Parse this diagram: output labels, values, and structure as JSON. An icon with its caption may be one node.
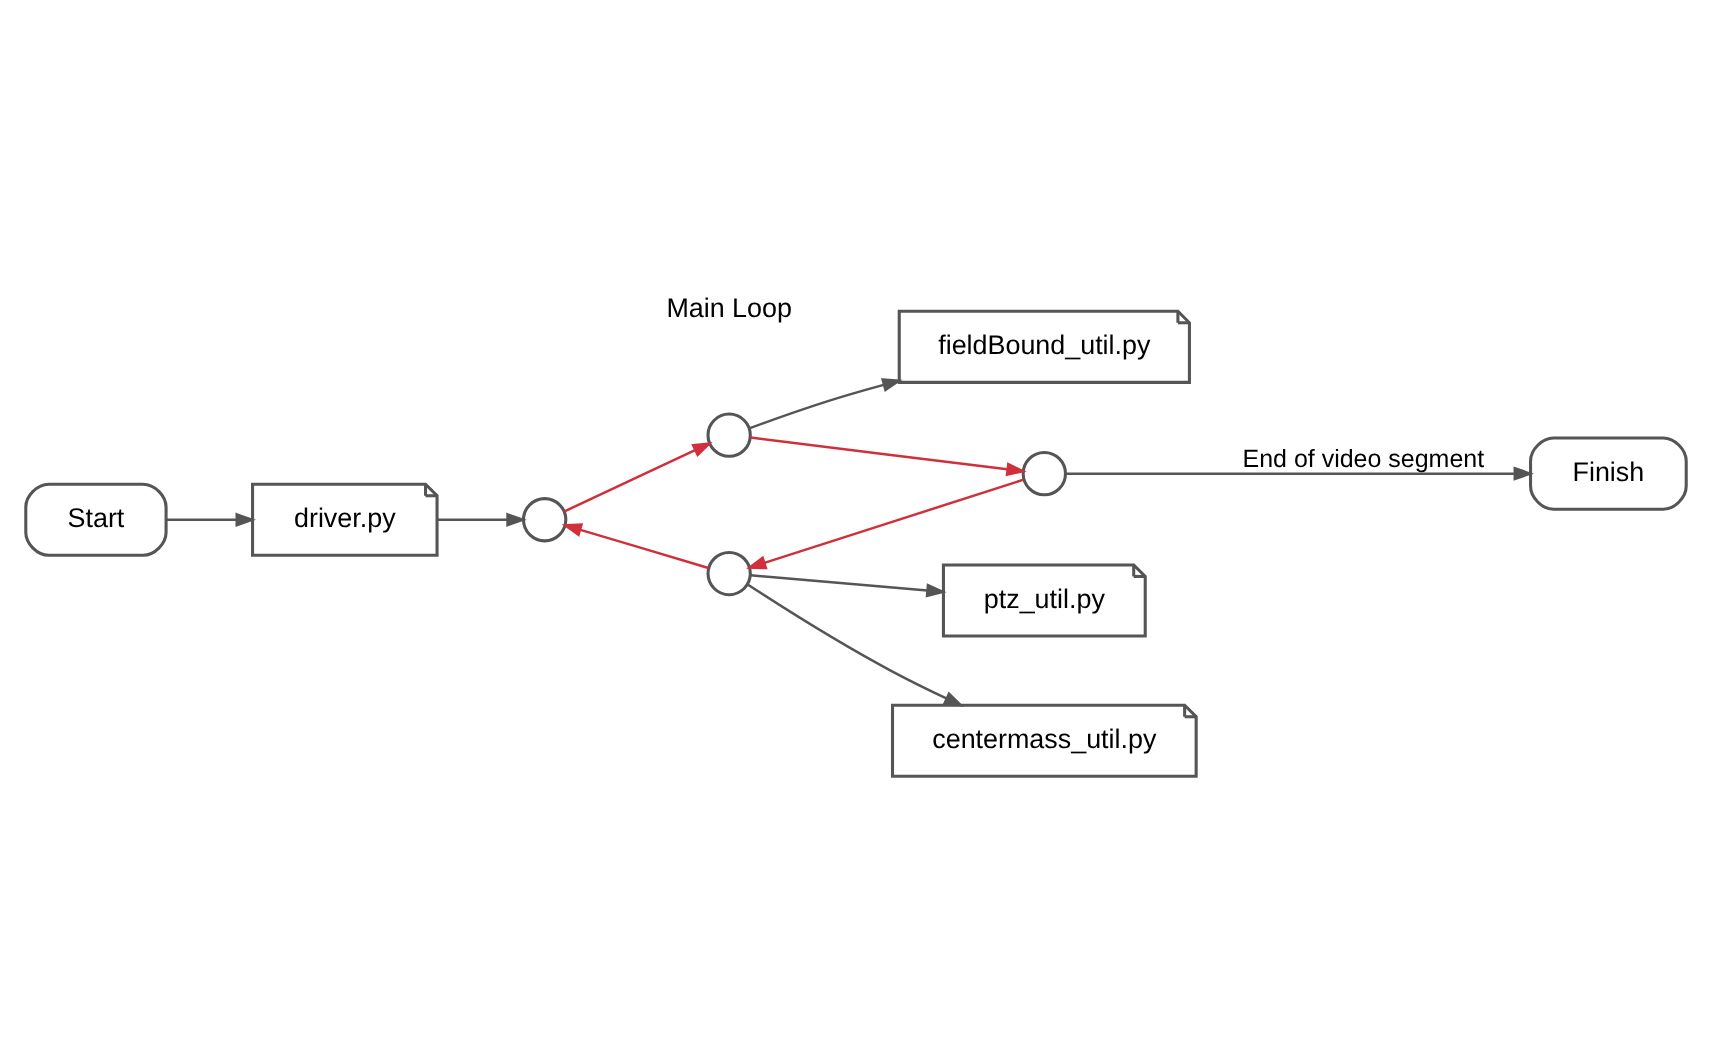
{
  "diagram": {
    "nodes": [
      {
        "text": [
          "Start"
        ]
      },
      {
        "text": [
          "driver.py"
        ]
      },
      {
        "text": [
          "ptz_util.py"
        ]
      },
      {
        "text": [
          "centermass_util.py"
        ]
      },
      {
        "text": [
          "fieldBound_util.py"
        ]
      },
      {
        "text": [
          "Finish"
        ]
      },
      {
        "text": [],
        "shape": "circle"
      },
      {
        "text": [],
        "shape": "circle"
      },
      {
        "text": [],
        "shape": "circle"
      },
      {
        "text": [],
        "shape": "circle"
      }
    ],
    "edges": [
      {
        "from": 0,
        "to": 1,
        "arrow": "to"
      },
      {
        "from": 1,
        "to": 6,
        "arrow": "to"
      },
      {
        "from": 6,
        "to": 9,
        "arrow": "to",
        "color": "#d0303c"
      },
      {
        "from": 9,
        "to": 8,
        "arrow": "to",
        "color": "#d0303c"
      },
      {
        "from": 8,
        "to": 7,
        "arrow": "to",
        "color": "#d0303c"
      },
      {
        "from": 7,
        "to": 6,
        "arrow": "to",
        "color": "#d0303c"
      },
      {
        "from": 7,
        "to": 2,
        "arrow": "to"
      },
      {
        "from": 7,
        "to": 3,
        "arrow": "to"
      },
      {
        "from": 9,
        "to": 4,
        "arrow": "to"
      },
      {
        "from": 8,
        "to": 5,
        "arrow": "to",
        "label": "End of video segment"
      }
    ],
    "labels": [
      "Main Loop"
    ]
  }
}
